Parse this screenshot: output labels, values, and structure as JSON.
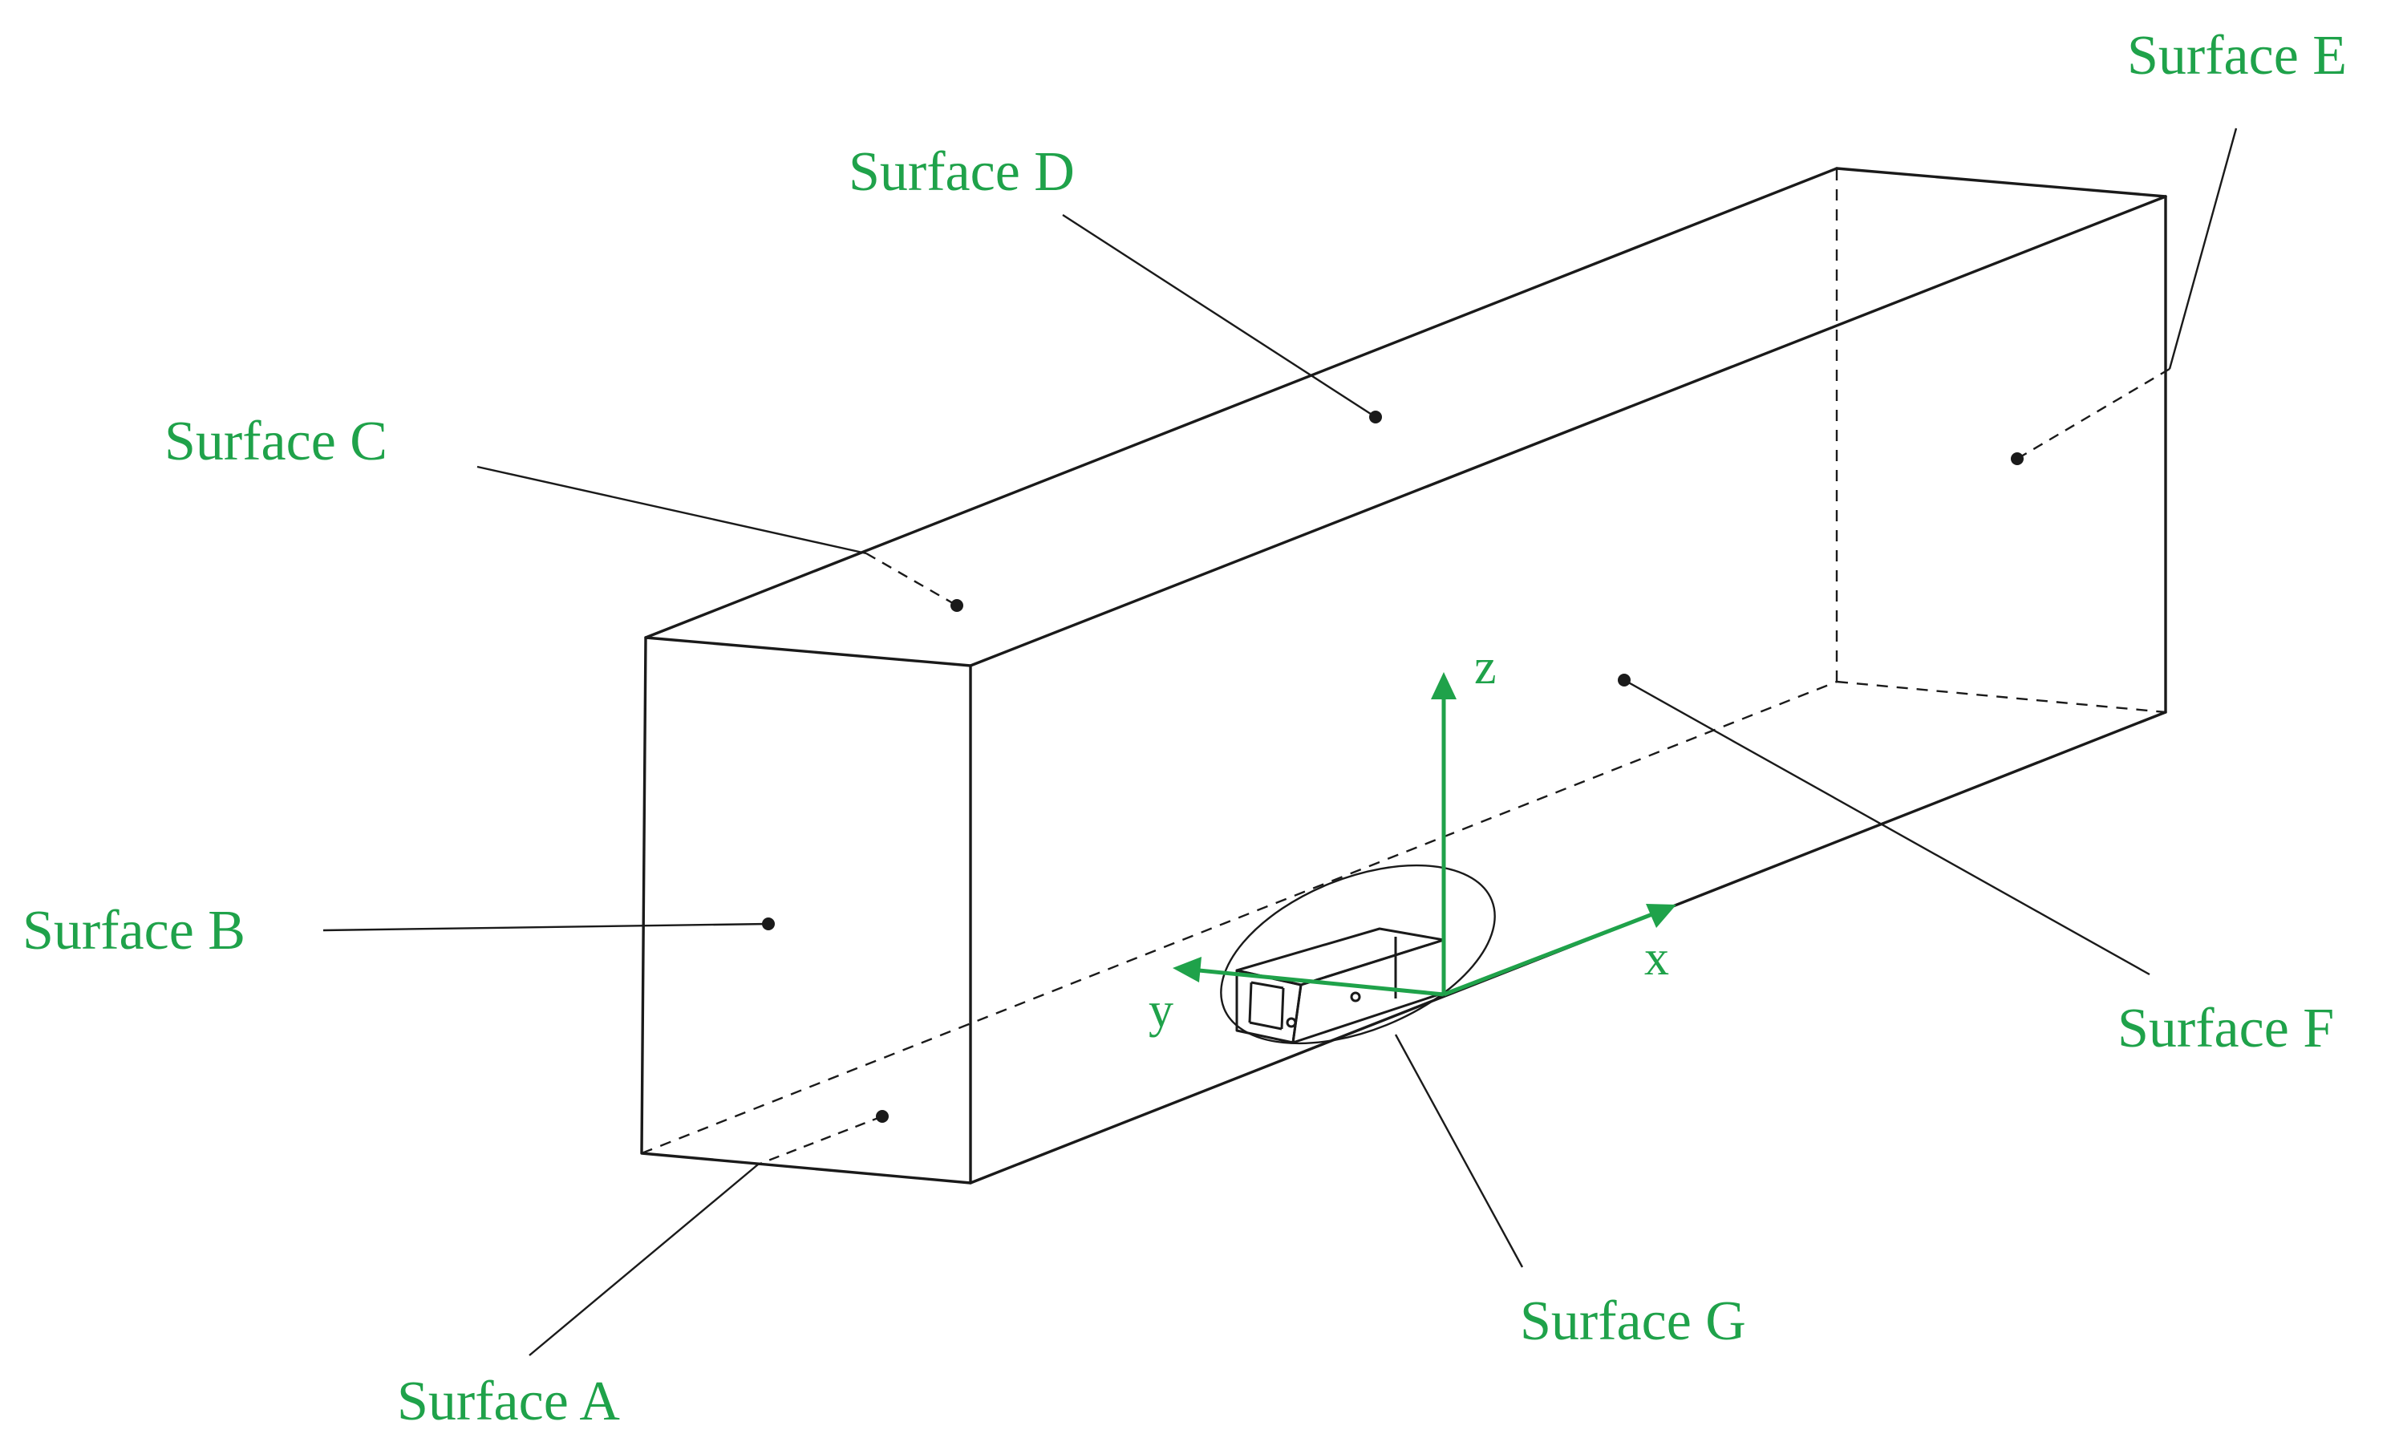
{
  "labels": {
    "surface_a": "Surface A",
    "surface_b": "Surface B",
    "surface_c": "Surface C",
    "surface_d": "Surface D",
    "surface_e": "Surface E",
    "surface_f": "Surface F",
    "surface_g": "Surface G"
  },
  "axes": {
    "x": "x",
    "y": "y",
    "z": "z"
  },
  "colors": {
    "label": "#1fa24a",
    "line": "#1a1a1a"
  }
}
